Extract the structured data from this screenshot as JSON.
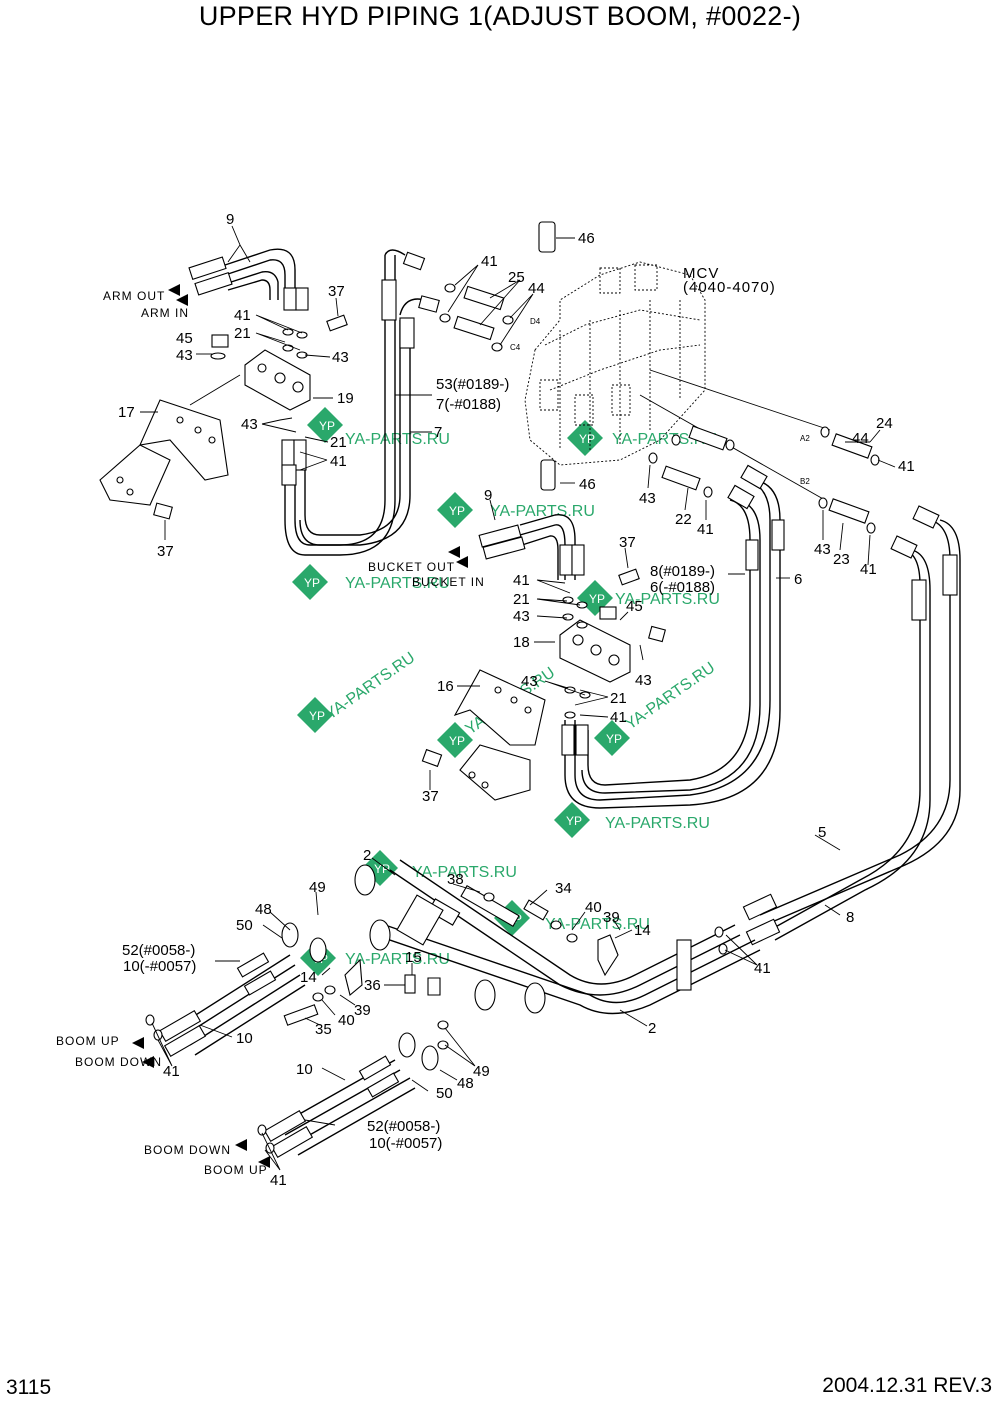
{
  "title": "UPPER HYD PIPING 1(ADJUST BOOM, #0022-)",
  "page_number": "3115",
  "revision": "2004.12.31  REV.3",
  "watermark": "YA-PARTS.RU",
  "watermark_color": "#2aa86b",
  "mcv": {
    "name": "MCV",
    "model": "(4040-4070)"
  },
  "port_labels": [
    "D4",
    "C4",
    "A2",
    "B2"
  ],
  "direction_labels": {
    "arm_out": "ARM OUT",
    "arm_in": "ARM IN",
    "bucket_out": "BUCKET OUT",
    "bucket_in": "BUCKET IN",
    "boom_up": "BOOM UP",
    "boom_down": "BOOM DOWN"
  },
  "callouts": {
    "c9a": "9",
    "c41a": "41",
    "c25": "25",
    "c44a": "44",
    "c46a": "46",
    "c37a": "37",
    "c41b": "41",
    "c21a": "21",
    "c43a": "43",
    "c45a": "45",
    "c43b": "43",
    "c19": "19",
    "c53a": "53(#0189-)",
    "c7a": "7(-#0188)",
    "c17": "17",
    "c43c": "43",
    "c21b": "21",
    "c41c": "41",
    "c7b": "7",
    "c37b": "37",
    "c44b": "44",
    "c24": "24",
    "c41d": "41",
    "c46b": "46",
    "c43d": "43",
    "c22": "22",
    "c41e": "41",
    "c43e": "43",
    "c23": "23",
    "c41f": "41",
    "c9b": "9",
    "c37c": "37",
    "c8a": "8(#0189-)",
    "c6a": "6(-#0188)",
    "c6b": "6",
    "c41g": "41",
    "c21c": "21",
    "c43f": "43",
    "c45b": "45",
    "c18": "18",
    "c43g": "43",
    "c16": "16",
    "c43h": "43",
    "c21d": "21",
    "c41h": "41",
    "c37d": "37",
    "c5": "5",
    "c2a": "2",
    "c38": "38",
    "c34": "34",
    "c49a": "49",
    "c48a": "48",
    "c50a": "50",
    "c40a": "40",
    "c39a": "39",
    "c14a": "14",
    "c52a": "52(#0058-)",
    "c10a": "10(-#0057)",
    "c14b": "14",
    "c15": "15",
    "c36": "36",
    "c8b": "8",
    "c41i": "41",
    "c40b": "40",
    "c39b": "39",
    "c35": "35",
    "c2b": "2",
    "c10b": "10",
    "c41j": "41",
    "c10c": "10",
    "c49b": "49",
    "c48b": "48",
    "c50b": "50",
    "c52b": "52(#0058-)",
    "c10d": "10(-#0057)",
    "c41k": "41"
  }
}
